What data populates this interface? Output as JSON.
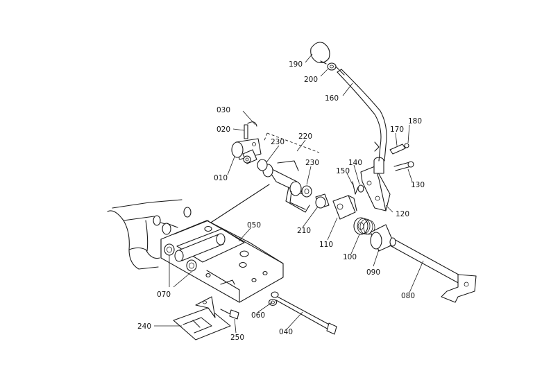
{
  "diagram": {
    "part_labels": {
      "p010": "010",
      "p020": "020",
      "p030": "030",
      "p040": "040",
      "p050": "050",
      "p060": "060",
      "p070": "070",
      "p080": "080",
      "p090": "090",
      "p100": "100",
      "p110": "110",
      "p120": "120",
      "p130": "130",
      "p140": "140",
      "p150": "150",
      "p160": "160",
      "p170": "170",
      "p180": "180",
      "p190": "190",
      "p200": "200",
      "p210": "210",
      "p220": "220",
      "p230a": "230",
      "p230b": "230",
      "p240": "240",
      "p250": "250"
    }
  }
}
